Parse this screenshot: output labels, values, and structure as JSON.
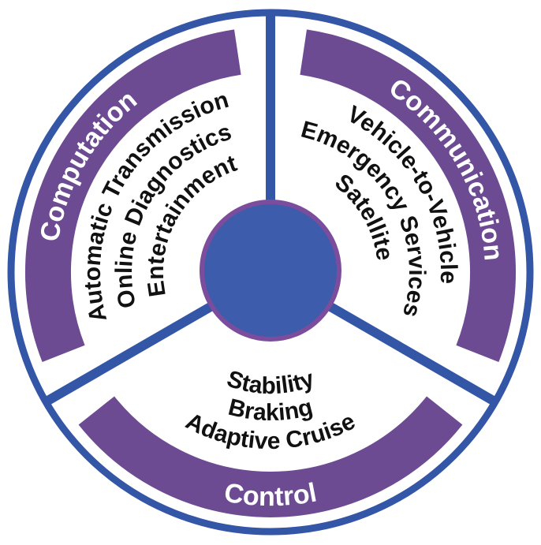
{
  "diagram_type": "segmented-cycle-diagram",
  "colors": {
    "ring_blue": "#3356A6",
    "hub_blue": "#3D5CAB",
    "band_purple": "#6C4B93",
    "hub_border_purple": "#7C4D9C",
    "sector_label_text": "#FFFFFF",
    "item_text": "#111111",
    "background": "#FFFFFF"
  },
  "sectors": [
    {
      "id": "computation",
      "label": "Computation",
      "items": [
        "Automatic Transmission",
        "Online Diagnostics",
        "Entertainment"
      ]
    },
    {
      "id": "communication",
      "label": "Communication",
      "items": [
        "Vehicle-to-Vehicle",
        "Emergency Services",
        "Satellite"
      ]
    },
    {
      "id": "control",
      "label": "Control",
      "items": [
        "Stability",
        "Braking",
        "Adaptive Cruise"
      ]
    }
  ]
}
